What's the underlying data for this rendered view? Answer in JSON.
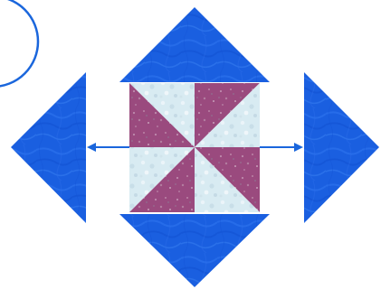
{
  "colors": {
    "background": "#ffffff",
    "blue_fabric": "#1a5fe0",
    "blue_fabric_dark": "#0d47c8",
    "blue_fabric_light": "#3d80f0",
    "purple_fabric": "#9a4a7e",
    "purple_fabric_dark": "#7e3566",
    "white_fabric": "#d8ebf2",
    "white_fabric_light": "#eef6fa",
    "arrow": "#1a66dc",
    "circle_outline": "#1a66dc"
  },
  "pinwheel": {
    "block_type": "pinwheel",
    "segment_count": 8,
    "segment_pattern": [
      "purple",
      "white",
      "purple",
      "white",
      "purple",
      "white",
      "purple",
      "white"
    ]
  },
  "side_triangles": [
    {
      "position": "top",
      "fabric": "blue"
    },
    {
      "position": "bottom",
      "fabric": "blue"
    },
    {
      "position": "left",
      "fabric": "blue"
    },
    {
      "position": "right",
      "fabric": "blue"
    }
  ],
  "arrows": [
    {
      "direction": "left"
    },
    {
      "direction": "right"
    }
  ]
}
